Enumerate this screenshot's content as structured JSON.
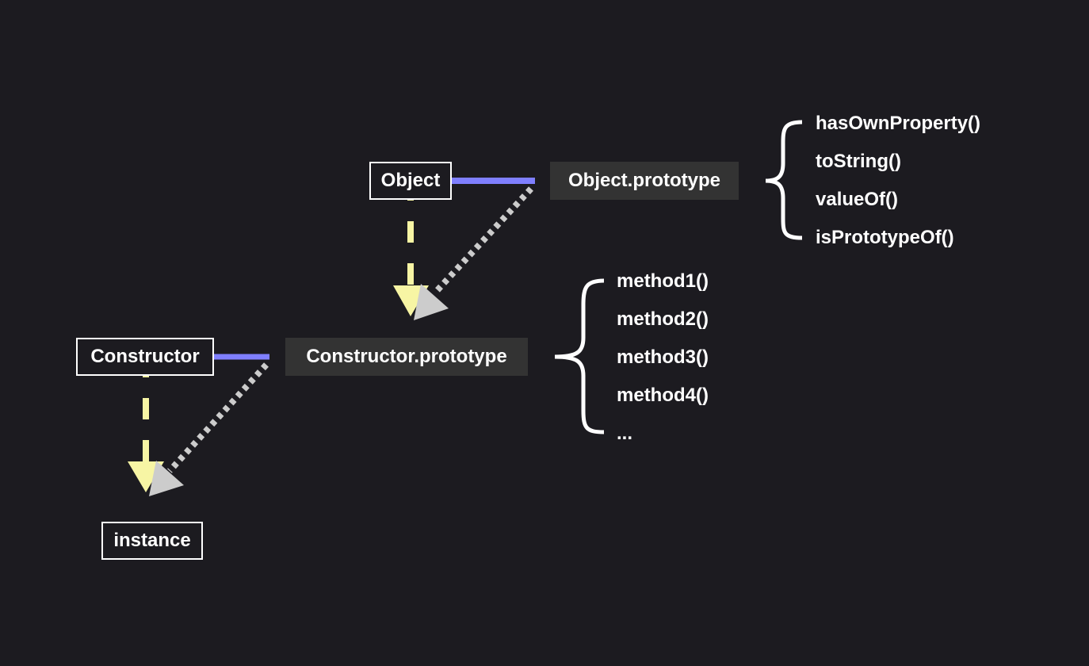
{
  "colors": {
    "background": "#1c1b20",
    "property_link": "#7f7fff",
    "constructs_arrow": "#f7f5a4",
    "proto_arrow": "#cccccc",
    "text": "#ffffff",
    "prototype_box": "#333333"
  },
  "nodes": {
    "object": "Object",
    "object_prototype": "Object.prototype",
    "constructor": "Constructor",
    "constructor_prototype": "Constructor.prototype",
    "instance": "instance"
  },
  "object_prototype_methods": [
    "hasOwnProperty()",
    "toString()",
    "valueOf()",
    "isPrototypeOf()"
  ],
  "constructor_prototype_methods": [
    "method1()",
    "method2()",
    "method3()",
    "method4()",
    "..."
  ]
}
